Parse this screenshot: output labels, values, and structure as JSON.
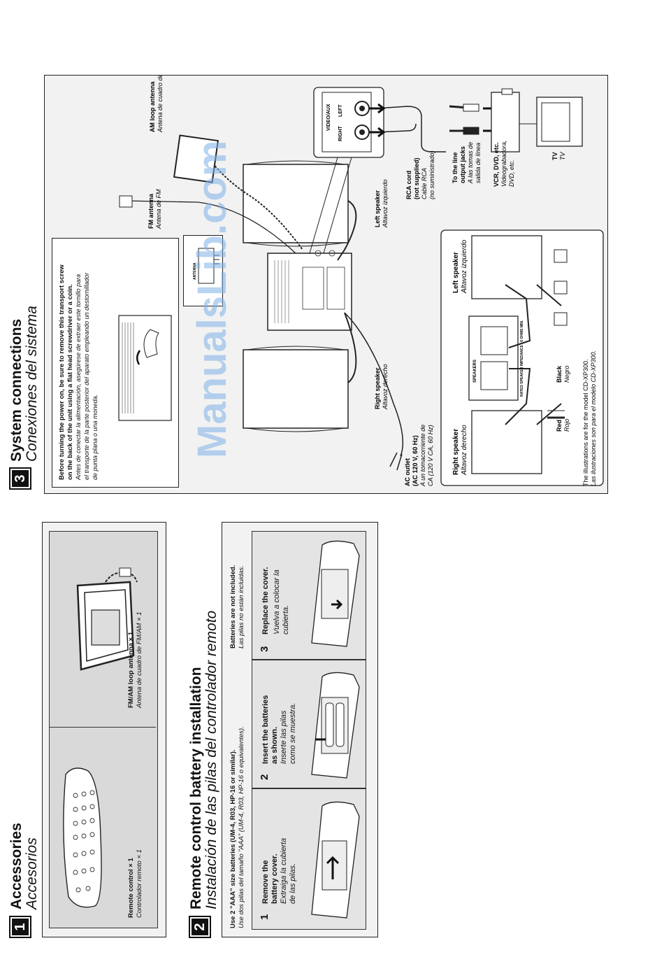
{
  "section1": {
    "number": "1",
    "title": "Accessories",
    "title_es": "Accesorios",
    "items": [
      {
        "label": "Remote control × 1",
        "label_es": "Controlador remoto × 1"
      },
      {
        "label": "FM/AM loop antenna × 1",
        "label_es": "Antena de cuadro de FM/AM × 1"
      }
    ]
  },
  "section2": {
    "number": "2",
    "title": "Remote control battery installation",
    "title_es": "Instalación de las pilas del controlador remoto",
    "intro": "Use 2 \"AAA\" size batteries (UM-4, R03, HP-16 or similar).",
    "intro_es": "Use dos pilas del tamaño \"AAA\" (UM-4, R03, HP-16 o equivalentes).",
    "note": "Batteries are not included.",
    "note_es": "Las pilas no están incluidas.",
    "steps": [
      {
        "num": "1",
        "line1": "Remove the",
        "line2": "battery cover.",
        "es1": "Extraiga la cubierta",
        "es2": "de las pilas."
      },
      {
        "num": "2",
        "line1": "Insert the batteries",
        "line2": "as shown.",
        "es1": "Inserte las pilas",
        "es2": "como se muestra."
      },
      {
        "num": "3",
        "line1": "Replace the cover.",
        "line2": "",
        "es1": "Vuelva a colocar la",
        "es2": "cubierta."
      }
    ]
  },
  "section3": {
    "number": "3",
    "title": "System connections",
    "title_es": "Conexiones del sistema",
    "transport": {
      "l1": "Before turning the power on, be sure to remove this transport screw",
      "l2": "on the back of the unit using a flat head screwdriver or a coin.",
      "e1": "Antes de conectar la alimentación, asegúrese de extraer este tornillo para",
      "e2": "el transporte de la parte posterior del aparato empleando un destornillador",
      "e3": "de punta plana o una moneda."
    },
    "fm_antenna": "FM antenna",
    "fm_antenna_es": "Antena de FM",
    "am_antenna": "AM loop antenna",
    "am_antenna_es": "Antena de cuadro de AM",
    "video_aux": "VIDEO/AUX",
    "left": "LEFT",
    "right": "RIGHT",
    "left_speaker": "Left speaker",
    "left_speaker_es": "Altavoz izquierdo",
    "right_speaker": "Right speaker",
    "right_speaker_es": "Altavoz derecho",
    "rca": [
      "RCA cord",
      "(not supplied)"
    ],
    "rca_es": [
      "Cable RCA",
      "(no suministrado)"
    ],
    "line_out": [
      "To the line",
      "output jacks"
    ],
    "line_out_es": [
      "A las tomas de",
      "salida de línea"
    ],
    "vcr": "VCR, DVD, etc.",
    "vcr_es": [
      "Videograbadora,",
      "DVD, etc."
    ],
    "tv": "TV",
    "tv_es": "TV",
    "ac": [
      "AC outlet",
      "(AC 120 V, 60 Hz)"
    ],
    "ac_es": [
      "A un tomacorriente de",
      "CA (120 V CA, 60 Hz)"
    ],
    "antenna_label": "ANTENNA",
    "speakers_label": "SPEAKERS",
    "impedance": "RATED SPEAKER IMPEDANCE : 6 OHMS MIN.",
    "red": "Red",
    "red_es": "Rojo",
    "black": "Black",
    "black_es": "Negro",
    "notes": [
      "The illustrations are for the model CD-XP300.",
      "Las ilustraciones son para el modelo CD-XP300."
    ]
  },
  "watermark": "ManualsLib.com"
}
